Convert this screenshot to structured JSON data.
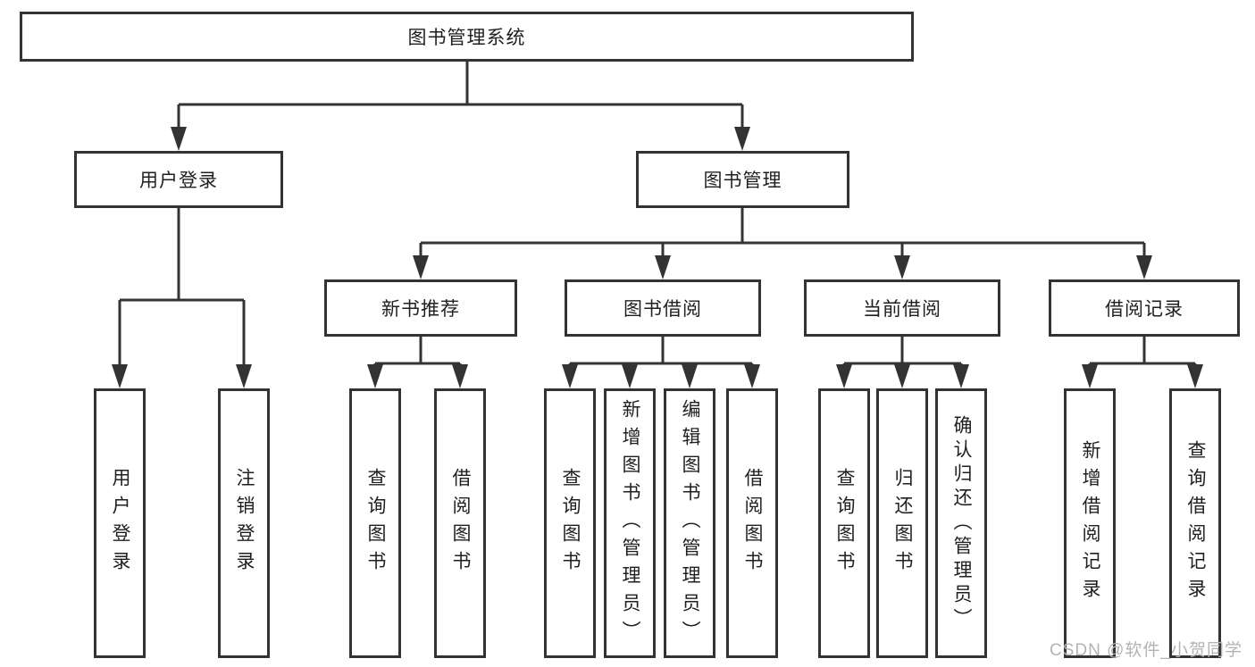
{
  "diagram": {
    "type": "function-structure-tree",
    "tree": {
      "label": "图书管理系统",
      "children": [
        {
          "label": "用户登录",
          "children": [
            {
              "label": "用户登录"
            },
            {
              "label": "注销登录"
            }
          ]
        },
        {
          "label": "图书管理",
          "children": [
            {
              "label": "新书推荐",
              "children": [
                {
                  "label": "查询图书"
                },
                {
                  "label": "借阅图书"
                }
              ]
            },
            {
              "label": "图书借阅",
              "children": [
                {
                  "label": "查询图书"
                },
                {
                  "label": "新增图书（管理员）"
                },
                {
                  "label": "编辑图书（管理员）"
                },
                {
                  "label": "借阅图书"
                }
              ]
            },
            {
              "label": "当前借阅",
              "children": [
                {
                  "label": "查询图书"
                },
                {
                  "label": "归还图书"
                },
                {
                  "label": "确认归还（管理员）"
                }
              ]
            },
            {
              "label": "借阅记录",
              "children": [
                {
                  "label": "新增借阅记录"
                },
                {
                  "label": "查询借阅记录"
                }
              ]
            }
          ]
        }
      ]
    },
    "colors": {
      "line": "#333333",
      "box_border": "#333333",
      "box_fill": "#ffffff",
      "text": "#1f1f1f",
      "background": "#ffffff"
    }
  },
  "watermark": {
    "text": "CSDN @软件_小贺同学",
    "color": "#b3b3b3"
  }
}
